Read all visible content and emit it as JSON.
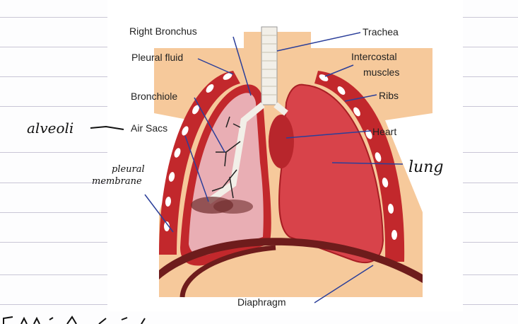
{
  "diagram": {
    "labels": {
      "right_bronchus": "Right Bronchus",
      "trachea": "Trachea",
      "pleural_fluid": "Pleural fluid",
      "intercostal_muscles_1": "Intercostal",
      "intercostal_muscles_2": "muscles",
      "bronchiole": "Bronchiole",
      "ribs": "Ribs",
      "air_sacs": "Air Sacs",
      "heart": "Heart",
      "diaphragm": "Diaphragm"
    },
    "handwritten": {
      "alveoli": "alveoli",
      "pleural_1": "pleural",
      "pleural_2": "membrane",
      "lung": "lung"
    },
    "colors": {
      "skin": "#f6c99b",
      "lung": "#d8434a",
      "lung_pale": "#e9aeb4",
      "rib_band": "#c2282c",
      "diaphragm": "#6e1c1c",
      "line": "#2b3f9a"
    }
  }
}
